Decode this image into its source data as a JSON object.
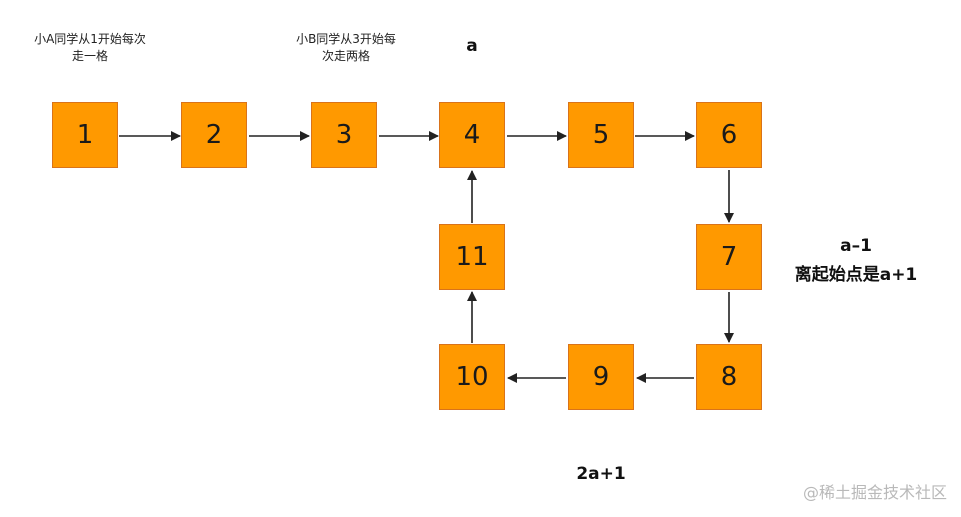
{
  "notes": {
    "a_line1": "小A同学从1开始每次",
    "a_line2": "走一格",
    "b_line1": "小B同学从3开始每",
    "b_line2": "次走两格"
  },
  "labels": {
    "a": "a",
    "a_minus_1": "a–1",
    "distance": "离起始点是a+1",
    "two_a_plus_1": "2a+1"
  },
  "nodes": {
    "n1": "1",
    "n2": "2",
    "n3": "3",
    "n4": "4",
    "n5": "5",
    "n6": "6",
    "n7": "7",
    "n8": "8",
    "n9": "9",
    "n10": "10",
    "n11": "11"
  },
  "watermark": "@稀土掘金技术社区",
  "colors": {
    "node_fill": "#ff9900",
    "node_border": "#d9731a",
    "arrow": "#222222"
  }
}
